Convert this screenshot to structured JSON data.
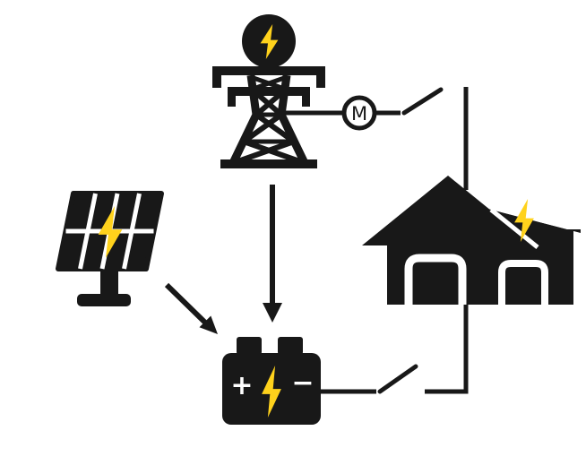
{
  "diagram": {
    "bg": "#ffffff",
    "ink": "#181818",
    "bolt_color": "#ffd21c",
    "meter": {
      "label": "M"
    },
    "battery": {
      "plus_label": "+",
      "minus_label": "−"
    },
    "nodes": [
      {
        "id": "power-grid",
        "icon": "transmission-tower-icon"
      },
      {
        "id": "utility-meter",
        "icon": "meter-circle"
      },
      {
        "id": "house",
        "icon": "house-icon"
      },
      {
        "id": "solar-panel",
        "icon": "solar-panel-icon"
      },
      {
        "id": "battery",
        "icon": "battery-icon"
      }
    ],
    "connections": [
      {
        "from": "power-grid",
        "to": "utility-meter",
        "style": "wire"
      },
      {
        "from": "utility-meter",
        "to": "house",
        "style": "wire-open-switch"
      },
      {
        "from": "power-grid",
        "to": "battery",
        "style": "arrow"
      },
      {
        "from": "solar-panel",
        "to": "battery",
        "style": "arrow"
      },
      {
        "from": "battery",
        "to": "house",
        "style": "wire-open-switch"
      }
    ]
  }
}
